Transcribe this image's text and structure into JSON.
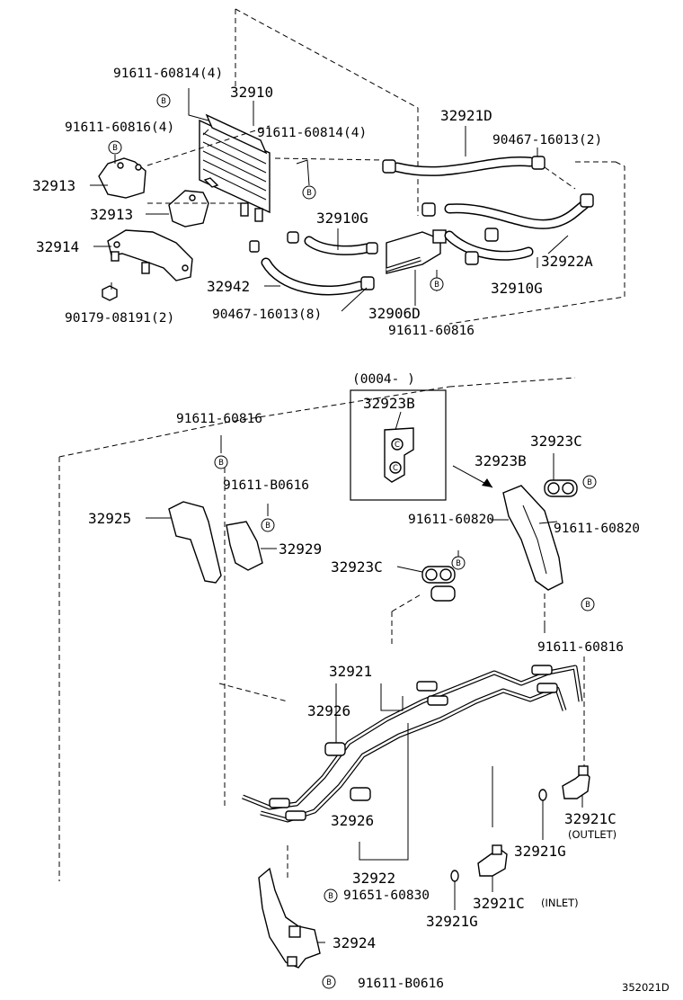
{
  "labels": {
    "p91611_60814_4_top": "91611-60814(4)",
    "b_circle": "B",
    "p32910": "32910",
    "p91611_60816_4": "91611-60816(4)",
    "p91611_60814_4_mid": "91611-60814(4)",
    "p32921D": "32921D",
    "p90467_16013_2": "90467-16013(2)",
    "p32913_a": "32913",
    "p32913_b": "32913",
    "p32910G_a": "32910G",
    "p32914": "32914",
    "p32922A": "32922A",
    "p32942": "32942",
    "p32910G_b": "32910G",
    "p90179_08191_2": "90179-08191(2)",
    "p90467_16013_8": "90467-16013(8)",
    "p32906D": "32906D",
    "p91611_60816_c": "91611-60816",
    "p0004": "(0004-      )",
    "p32923B_inset": "32923B",
    "inset_c1": "C",
    "inset_c2": "C",
    "p91611_60816_d": "91611-60816",
    "p32923C_a": "32923C",
    "p32923B": "32923B",
    "p91611_B0616_a": "91611-B0616",
    "p32925": "32925",
    "p91611_60820_a": "91611-60820",
    "p91611_60820_b": "91611-60820",
    "p32929": "32929",
    "p32923C_b": "32923C",
    "p91611_60816_e": "91611-60816",
    "p32921": "32921",
    "p32926_a": "32926",
    "p32921C_out": "32921C",
    "outlet": "(OUTLET)",
    "p32926_b": "32926",
    "p32921G_a": "32921G",
    "p32922": "32922",
    "p91651_60830": "91651-60830",
    "p32921C_in": "32921C",
    "inlet": "(INLET)",
    "p32921G_b": "32921G",
    "p32924": "32924",
    "p91611_B0616_b": "91611-B0616",
    "code": "352021D"
  }
}
